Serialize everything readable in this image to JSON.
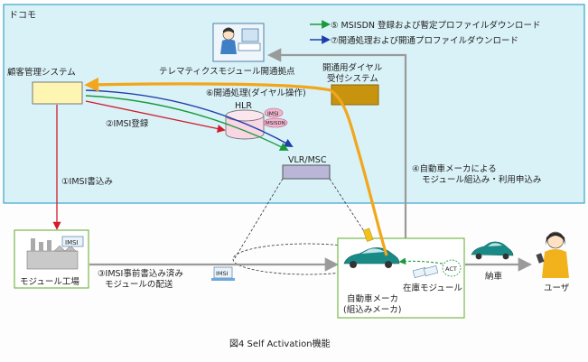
{
  "docomo_region": {
    "label": "ドコモ"
  },
  "legend": {
    "green": {
      "label": "⑤ MSISDN 登録および暫定プロファイルダウンロード",
      "color": "#1a9a3a"
    },
    "blue": {
      "label": "⑦開通処理および開通プロファイルダウンロード",
      "color": "#1d3fa8"
    }
  },
  "nodes": {
    "crm": {
      "label": "顧客管理システム"
    },
    "telematics_base": {
      "label": "テレマティクスモジュール開通拠点"
    },
    "dial_system": {
      "line1": "開通用ダイヤル",
      "line2": "受付システム"
    },
    "hlr": {
      "label": "HLR",
      "tag_imsi": "IMSI",
      "tag_msisdn": "MSISDN"
    },
    "vlr_msc": {
      "label": "VLR/MSC"
    },
    "module_factory": {
      "label": "モジュール工場",
      "imsi_tag": "IMSI"
    },
    "shipping_module_tag": "IMSI",
    "automaker": {
      "line1": "自動車メーカ",
      "line2": "(組込みメーカ)",
      "stock_label": "在庫モジュール",
      "icon_tag": "ACT"
    },
    "user": {
      "label": "ユーザ"
    }
  },
  "steps": {
    "s1": "①IMSI書込み",
    "s2": "②IMSI登録",
    "s3_line1": "③IMSI事前書込み済み",
    "s3_line2": "モジュールの配送",
    "s4_line1": "④自動車メーカによる",
    "s4_line2": "モジュール組込み・利用申込み",
    "s6": "⑥開通処理(ダイヤル操作)",
    "delivery": "納車"
  },
  "caption": "図4 Self Activation機能",
  "colors": {
    "region_bg": "#d9f2f8",
    "region_border": "#3aa6c8",
    "orange": "#f2a61b",
    "red": "#d01c2a",
    "gray_arrow": "#9a9a9a",
    "car": "#1a8a86"
  }
}
